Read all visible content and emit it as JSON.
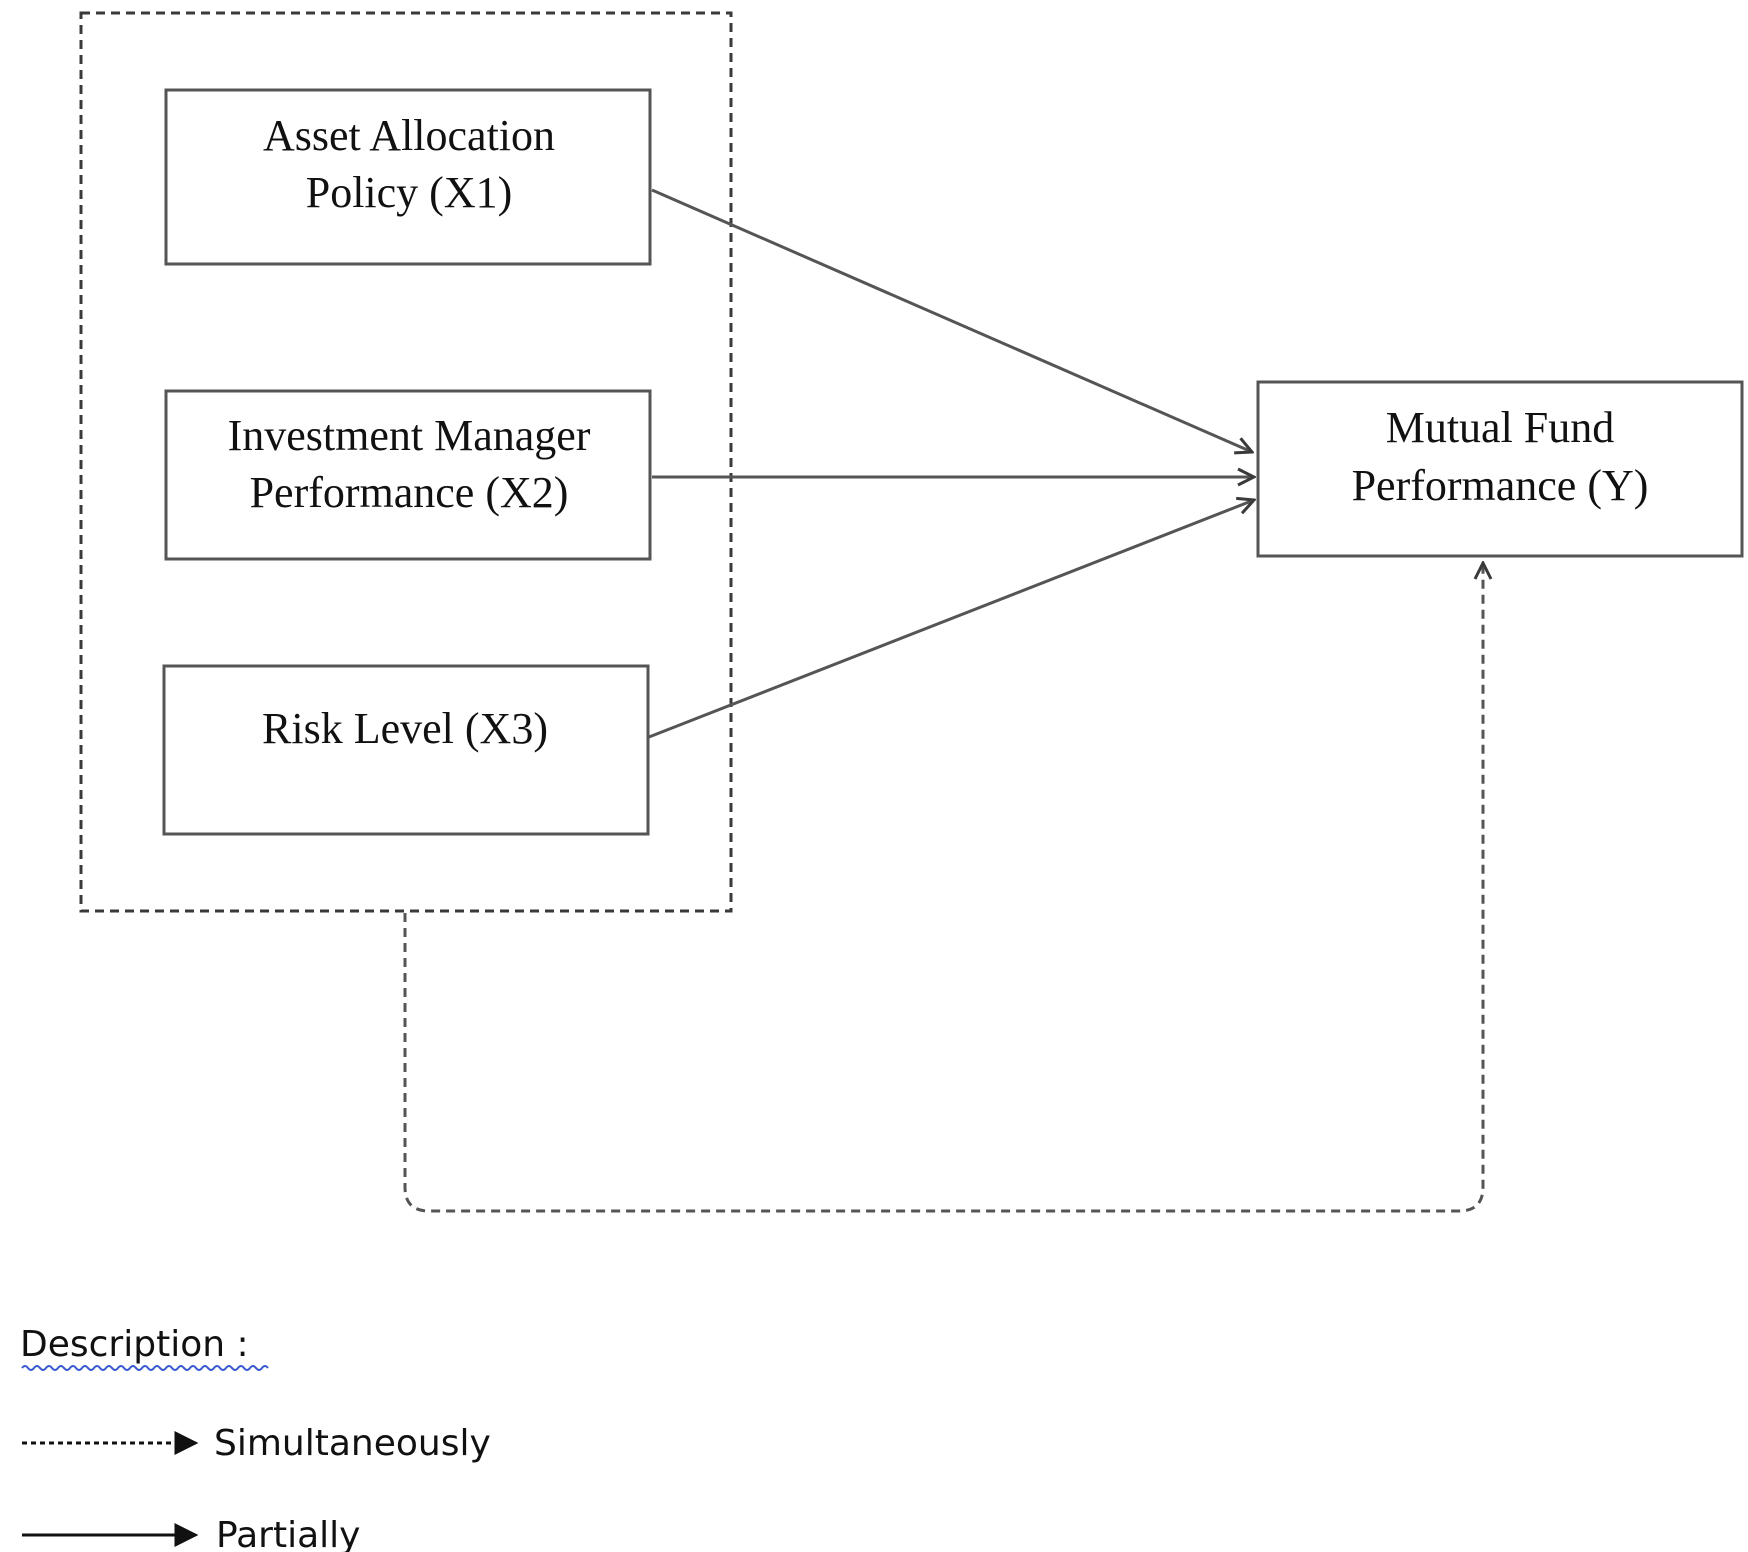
{
  "nodes": {
    "x1": {
      "line1": "Asset Allocation",
      "line2": "Policy (X1)"
    },
    "x2": {
      "line1": "Investment Manager",
      "line2": "Performance (X2)"
    },
    "x3": {
      "line1": "Risk Level (X3)"
    },
    "y": {
      "line1": "Mutual Fund",
      "line2": "Performance (Y)"
    }
  },
  "legend": {
    "title": "Description :",
    "simultaneous_label": "Simultaneously",
    "partial_label": "Partially"
  }
}
